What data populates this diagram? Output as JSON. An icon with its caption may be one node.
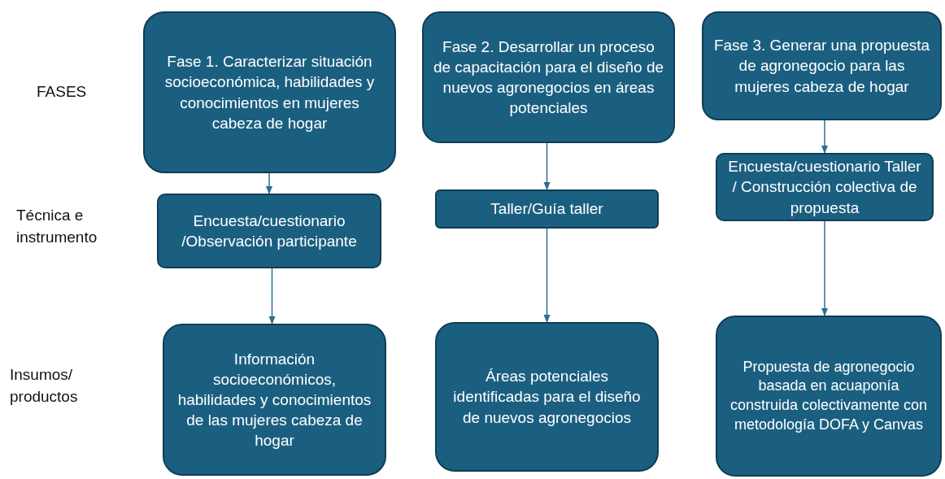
{
  "diagram": {
    "nodes": [
      {
        "text": [
          "Fase 1. Caracterizar situación socioeconómica, habilidades y conocimientos en mujeres cabeza de hogar"
        ]
      },
      {
        "text": [
          "Fase 2. Desarrollar un proceso de capacitación para el diseño de nuevos agronegocios en áreas potenciales"
        ]
      },
      {
        "text": [
          "Fase 3. Generar una propuesta de agronegocio para las mujeres cabeza de hogar"
        ]
      },
      {
        "text": [
          "Encuesta/cuestionario /Observación participante"
        ]
      },
      {
        "text": [
          "Taller/Guía taller"
        ]
      },
      {
        "text": [
          "Encuesta/cuestionario Taller / Construcción colectiva de propuesta"
        ]
      },
      {
        "text": [
          "Información socioeconómicos, habilidades y conocimientos de las mujeres cabeza de hogar"
        ]
      },
      {
        "text": [
          "Áreas potenciales identificadas para  el diseño de nuevos agronegocios"
        ]
      },
      {
        "text": [
          "Propuesta de agronegocio basada en acuaponía construida colectivamente con metodología DOFA y Canvas"
        ]
      }
    ],
    "edges": [
      {
        "from": 0,
        "to": 3,
        "arrow": "to"
      },
      {
        "from": 3,
        "to": 6,
        "arrow": "to"
      },
      {
        "from": 1,
        "to": 4,
        "arrow": "to"
      },
      {
        "from": 4,
        "to": 7,
        "arrow": "to"
      },
      {
        "from": 2,
        "to": 5,
        "arrow": "to"
      },
      {
        "from": 5,
        "to": 8,
        "arrow": "to"
      }
    ],
    "labels": [
      "FASES",
      "Técnica e instrumento",
      "Insumos/ productos"
    ]
  }
}
